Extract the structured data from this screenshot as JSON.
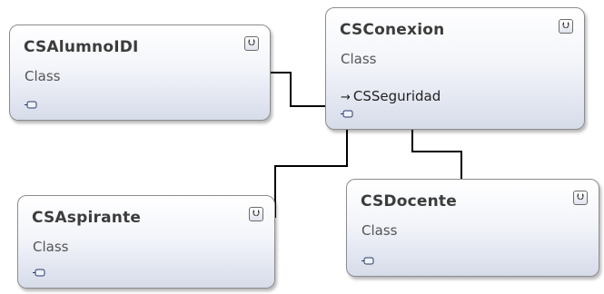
{
  "classes": [
    {
      "name": "CSAlumnoIDI",
      "kind": "Class"
    },
    {
      "name": "CSConexion",
      "kind": "Class",
      "base": "CSSeguridad"
    },
    {
      "name": "CSAspirante",
      "kind": "Class"
    },
    {
      "name": "CSDocente",
      "kind": "Class"
    }
  ],
  "icons": {
    "collapse": "double-chevron-down-icon",
    "member": "member-icon",
    "inheritance": "arrow-right-icon"
  },
  "colors": {
    "box_border": "#8c8c8c",
    "box_gradient_top": "#ffffff",
    "box_gradient_bottom": "#d7dcea",
    "connector": "#000000"
  }
}
